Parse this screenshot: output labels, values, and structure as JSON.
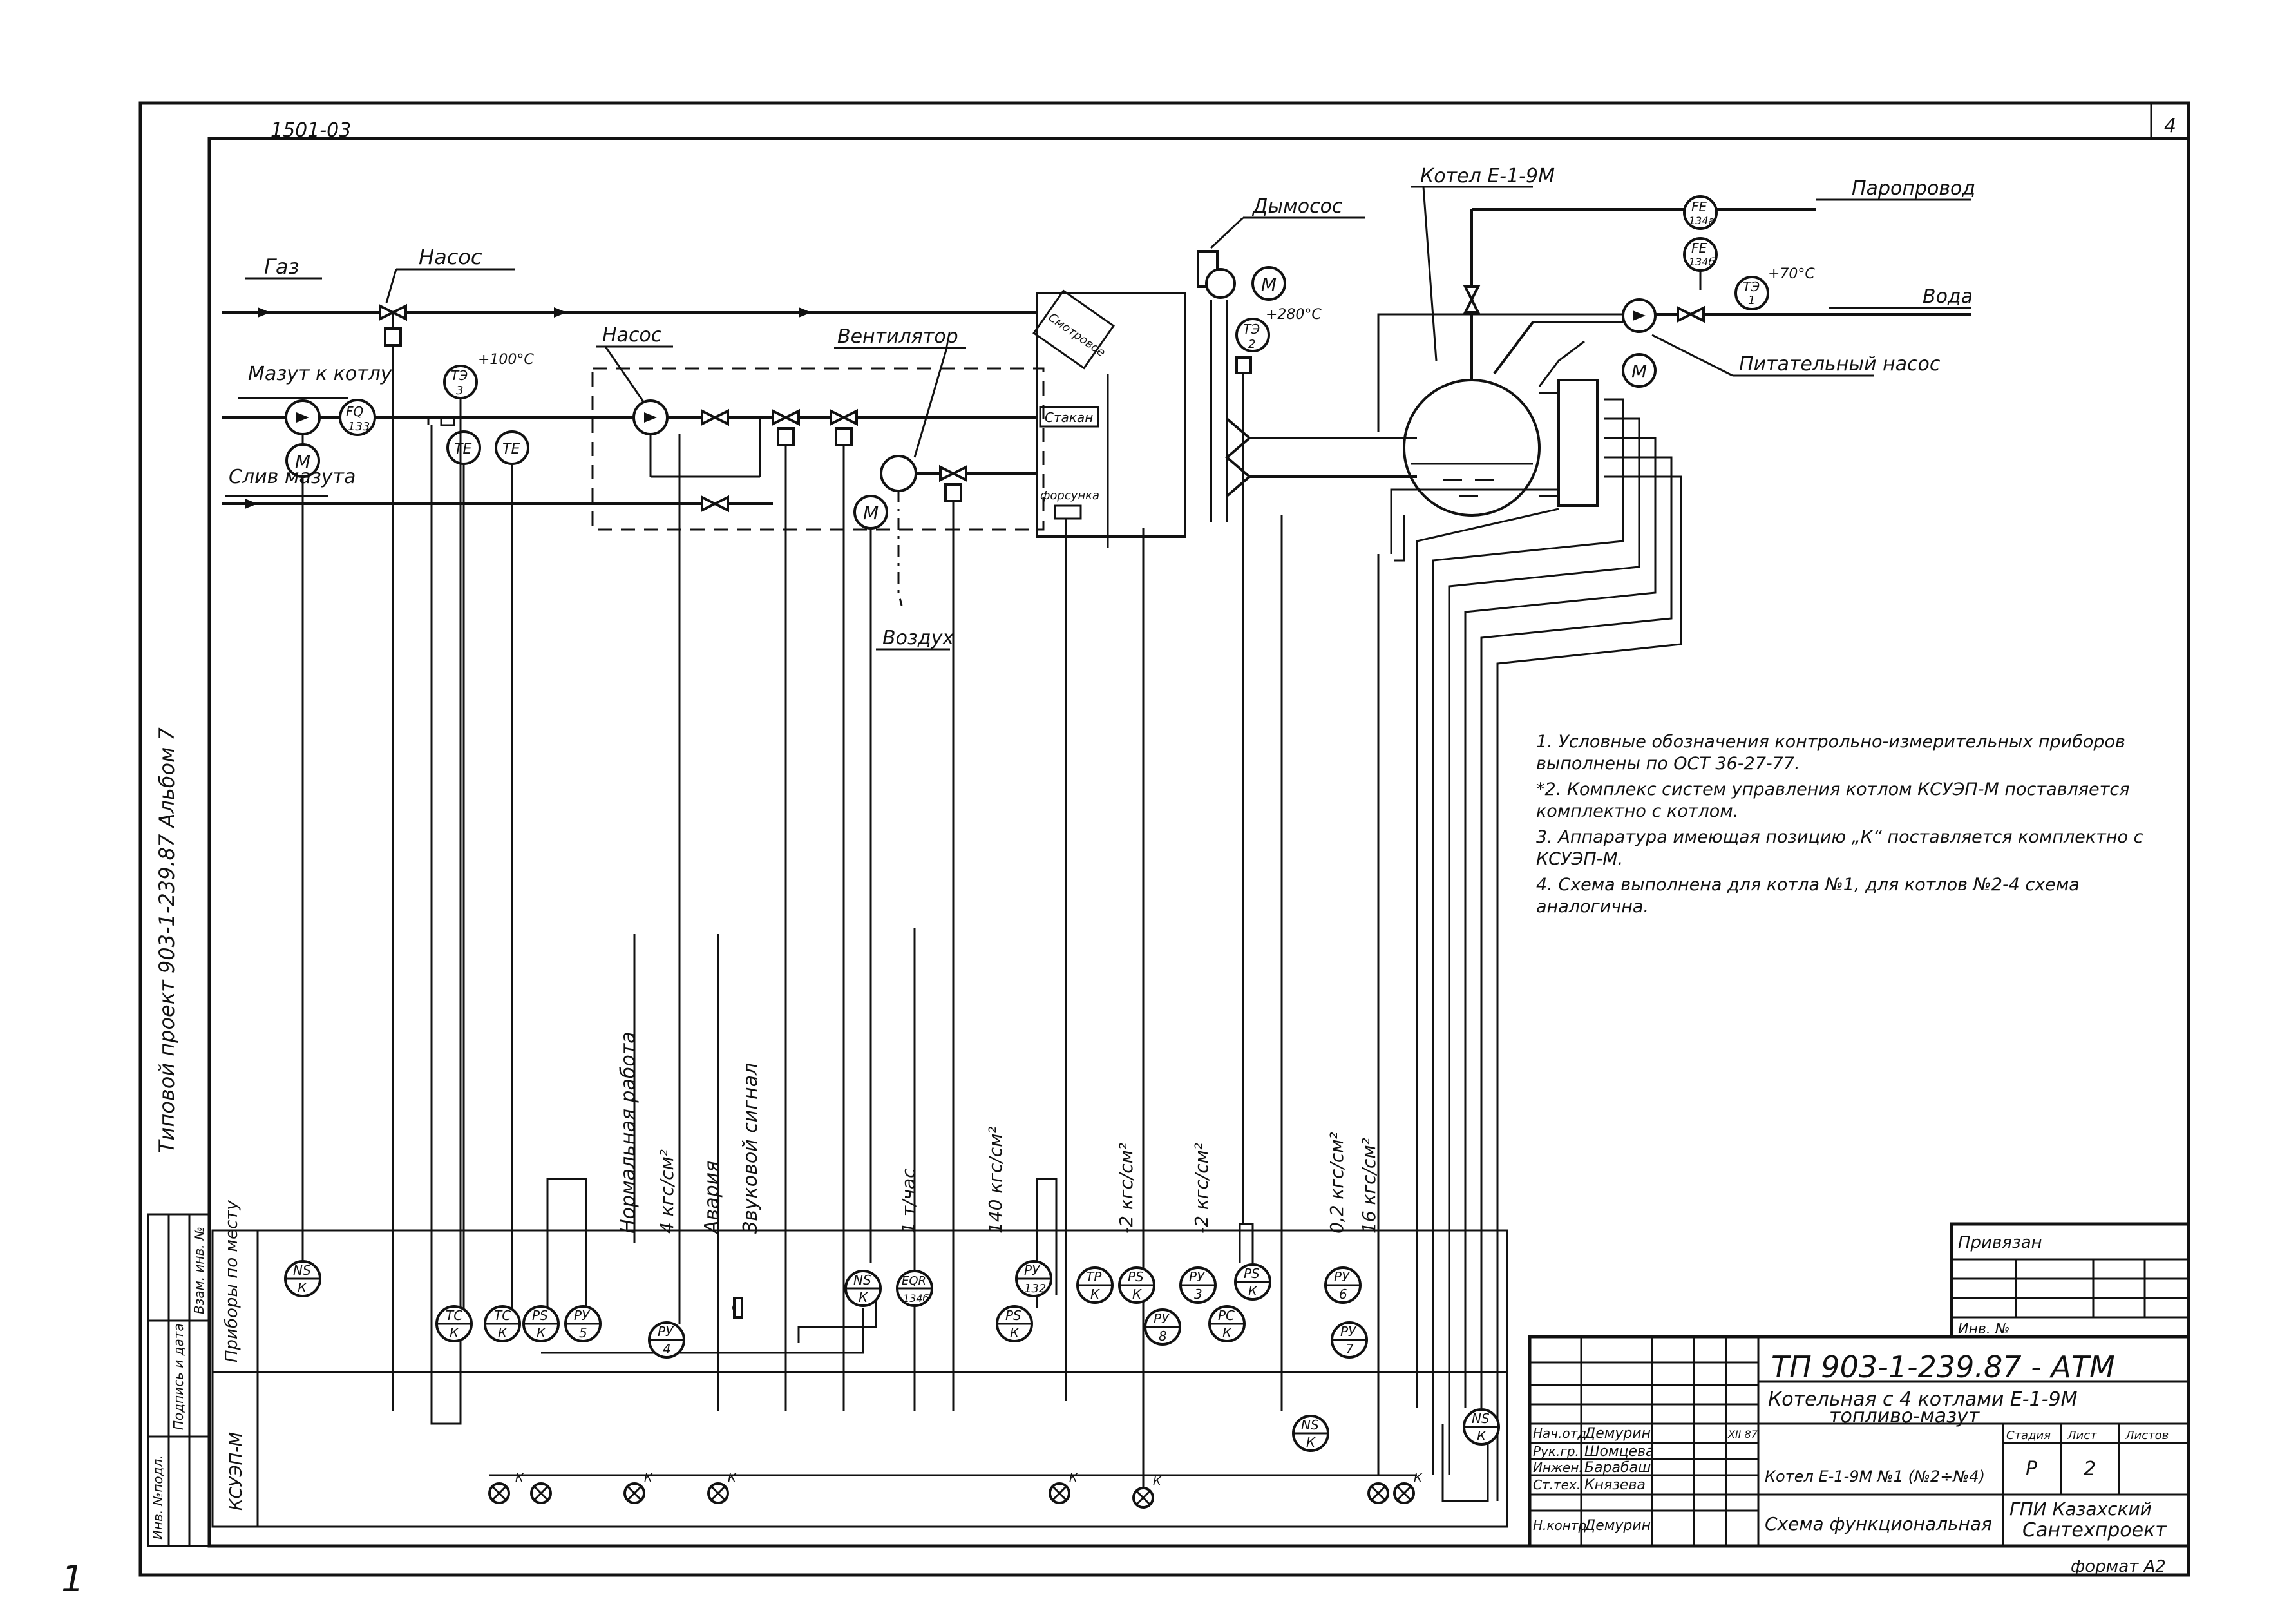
{
  "sheet": {
    "doc_code": "1501-03",
    "sheet_corner": "4",
    "margin_text": "Типовой проект 903-1-239.87 Альбом 7",
    "left_mark": "1",
    "binder": [
      "Инв. №подл.",
      "Подпись и дата",
      "Взам. инв. №"
    ]
  },
  "labels": {
    "gas": "Газ",
    "pump_top": "Насос",
    "fuel_to_boiler": "Мазут к котлу",
    "fuel_drain": "Слив мазута",
    "pump_mid": "Насос",
    "fan": "Вентилятор",
    "air": "Воздух",
    "exhauster": "Дымосос",
    "boiler": "Котел Е-1-9М",
    "steam_line": "Паропровод",
    "water": "Вода",
    "feed_pump": "Питательный насос",
    "sight1": "Смотровое",
    "sight2": "Стакан",
    "nozzle": "форсунка",
    "temp1": "+100°С",
    "temp2": "+280°С",
    "temp3": "+70°С",
    "motor": "М"
  },
  "vertical_labels": [
    "Нормальная работа",
    "4 кгс/см²",
    "Авария",
    "Звуковой сигнал",
    "1 т/час",
    "140 кгс/см²",
    "-2 кгс/см²",
    "-2 кгс/см²",
    "0,2 кгс/см²",
    "16 кгс/см²"
  ],
  "field_instruments": [
    {
      "tag": "FQ",
      "num": "133"
    },
    {
      "tag": "ТЭ",
      "num": "3"
    },
    {
      "tag": "ТЕ",
      "num": ""
    },
    {
      "tag": "ТЕ",
      "num": ""
    },
    {
      "tag": "ТЭ",
      "num": "2"
    },
    {
      "tag": "FE",
      "num": "134а"
    },
    {
      "tag": "FE",
      "num": "134б"
    },
    {
      "tag": "ТЭ",
      "num": "1"
    }
  ],
  "panel": {
    "row1": "Приборы по месту",
    "row2": "КСУЭП-М",
    "devices": [
      {
        "tag": "NS",
        "num": "К"
      },
      {
        "tag": "TC",
        "num": "К"
      },
      {
        "tag": "TC",
        "num": "К"
      },
      {
        "tag": "PS",
        "num": "К"
      },
      {
        "tag": "PУ",
        "num": "5"
      },
      {
        "tag": "PУ",
        "num": "4"
      },
      {
        "tag": "NS",
        "num": "К"
      },
      {
        "tag": "EQR",
        "num": "134б"
      },
      {
        "tag": "PУ",
        "num": "132"
      },
      {
        "tag": "PS",
        "num": "К"
      },
      {
        "tag": "TP",
        "num": "К"
      },
      {
        "tag": "PS",
        "num": "К"
      },
      {
        "tag": "PУ",
        "num": "8"
      },
      {
        "tag": "PУ",
        "num": "3"
      },
      {
        "tag": "PC",
        "num": "К"
      },
      {
        "tag": "PS",
        "num": "К"
      },
      {
        "tag": "PУ",
        "num": "6"
      },
      {
        "tag": "PУ",
        "num": "7"
      },
      {
        "tag": "NS",
        "num": "К"
      },
      {
        "tag": "NS",
        "num": "К"
      }
    ],
    "lamp_mark": "К"
  },
  "notes": [
    "1. Условные обозначения контрольно-измерительных приборов выполнены по ОСТ 36-27-77.",
    "*2. Комплекс систем управления котлом КСУЭП-М поставляется комплектно с котлом.",
    "3. Аппаратура имеющая позицию „К“ поставляется комплектно с КСУЭП-М.",
    "4. Схема выполнена для котла №1, для котлов №2-4 схема аналогична."
  ],
  "title_block": {
    "bound": "Привязан",
    "inv": "Инв. №",
    "code": "ТП 903-1-239.87 - АТМ",
    "title1": "Котельная с 4 котлами Е-1-9М",
    "title2": "топливо-мазут",
    "rows": [
      {
        "role": "Нач.отд.",
        "name": "Демурин"
      },
      {
        "role": "Рук.гр.",
        "name": "Шомцева"
      },
      {
        "role": "Инжен.",
        "name": "Барабаш"
      },
      {
        "role": "Ст.тех.",
        "name": "Князева"
      },
      {
        "role": "Н.контр.",
        "name": "Демурин"
      }
    ],
    "date_short": "XII 87",
    "stage_h": "Стадия",
    "sheet_h": "Лист",
    "sheets_h": "Листов",
    "stage": "Р",
    "sheet": "2",
    "desc1": "Котел Е-1-9М №1 (№2÷№4)",
    "desc2": "Схема функциональная",
    "org1": "ГПИ Казахский",
    "org2": "Сантехпроект",
    "format": "формат А2"
  }
}
